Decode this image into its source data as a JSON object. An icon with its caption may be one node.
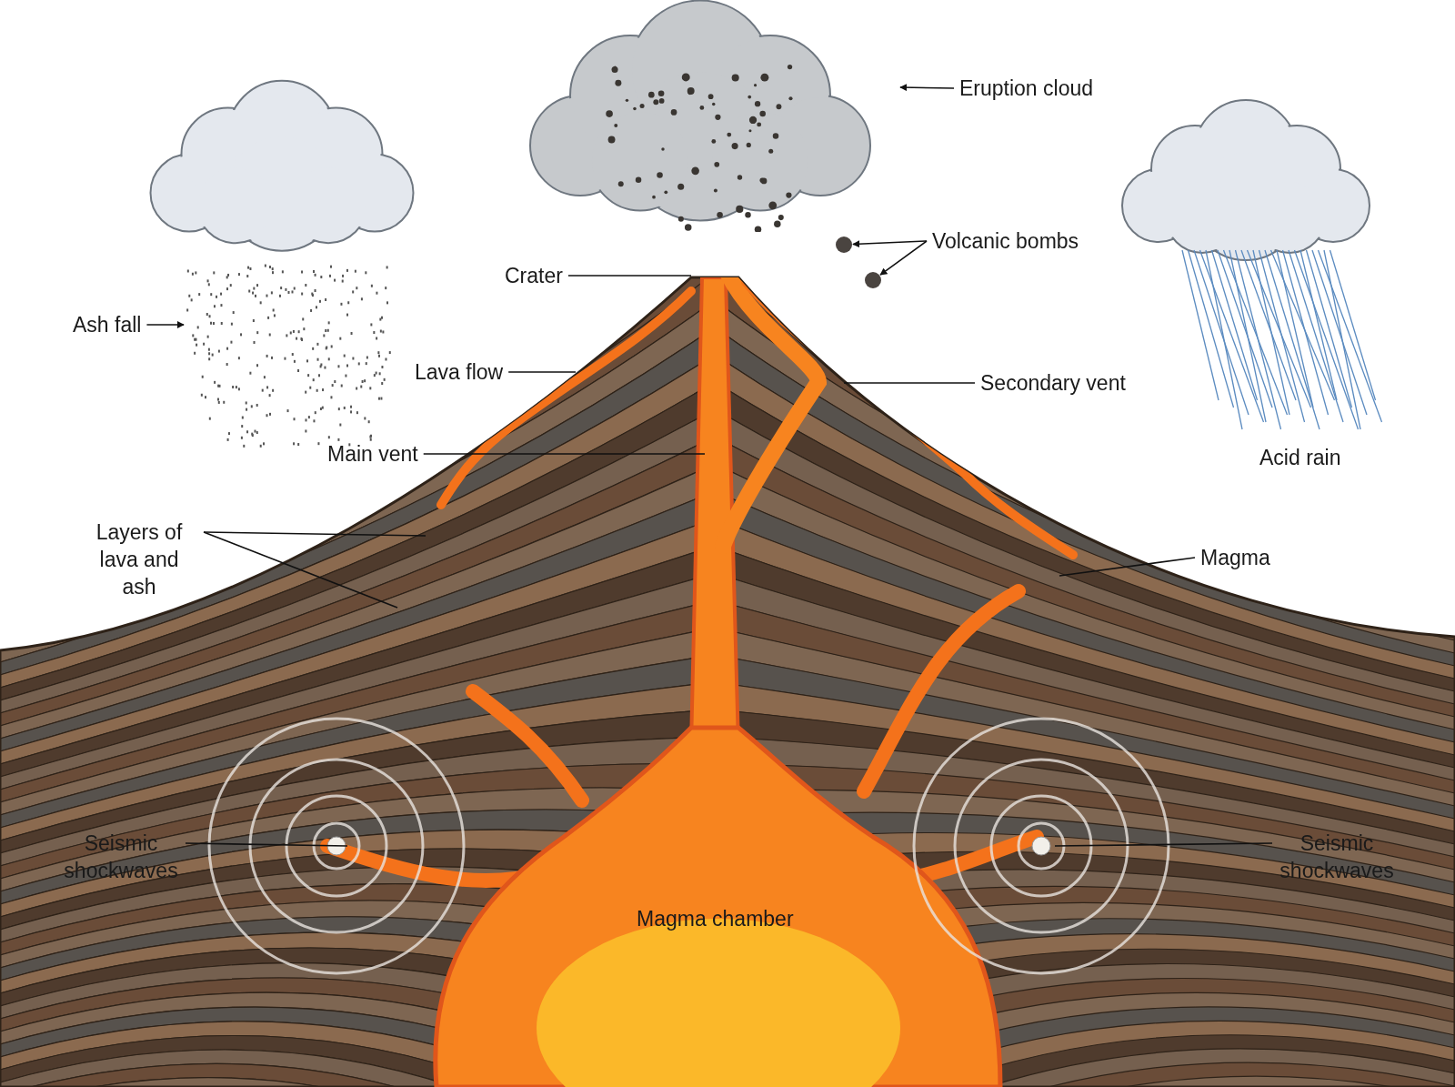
{
  "diagram": {
    "nodes": [
      {
        "text": [
          "Eruption cloud"
        ]
      },
      {
        "text": [],
        "shape": "cloud"
      },
      {
        "text": [
          "Volcanic bombs"
        ]
      },
      {
        "text": [],
        "shape": "circle"
      },
      {
        "text": [],
        "shape": "circle"
      },
      {
        "text": [
          "Crater"
        ]
      },
      {
        "text": [
          "Ash fall"
        ]
      },
      {
        "text": [
          "Lava flow"
        ]
      },
      {
        "text": [
          "Secondary vent"
        ]
      },
      {
        "text": [
          "Main vent"
        ]
      },
      {
        "text": [
          "Layers of lava and ash"
        ]
      },
      {
        "text": [
          "Magma"
        ]
      },
      {
        "text": [
          "Seismic shockwaves"
        ]
      },
      {
        "text": [
          "Seismic shockwaves"
        ]
      },
      {
        "text": [],
        "shape": "picture"
      }
    ],
    "edges": [
      {
        "from": 0,
        "to": 1,
        "arrow": "to"
      },
      {
        "from": 2,
        "to": 3,
        "arrow": "to"
      },
      {
        "from": 2,
        "to": 4,
        "arrow": "to"
      },
      {
        "from": 5,
        "to": null,
        "arrow": "none"
      },
      {
        "from": 6,
        "to": 14,
        "arrow": "to"
      },
      {
        "from": 7,
        "to": null,
        "arrow": "none"
      },
      {
        "from": 8,
        "to": null,
        "arrow": "none"
      },
      {
        "from": 9,
        "to": null,
        "arrow": "none"
      },
      {
        "from": 10,
        "to": null,
        "arrow": "none"
      },
      {
        "from": 10,
        "to": null,
        "arrow": "none"
      },
      {
        "from": 11,
        "to": null,
        "arrow": "none"
      },
      {
        "from": 12,
        "to": null,
        "arrow": "none"
      },
      {
        "from": 13,
        "to": null,
        "arrow": "none"
      }
    ],
    "labels": [
      "Acid rain",
      "Magma chamber"
    ]
  }
}
